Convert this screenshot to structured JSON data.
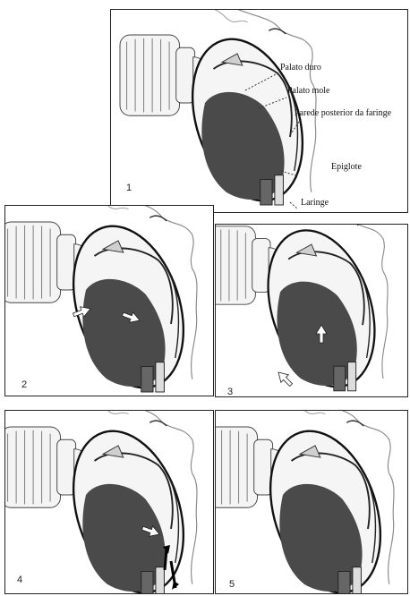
{
  "figure": {
    "panels": [
      {
        "number": "1"
      },
      {
        "number": "2"
      },
      {
        "number": "3"
      },
      {
        "number": "4"
      },
      {
        "number": "5"
      }
    ],
    "labels": {
      "hard_palate": "Palato duro",
      "soft_palate": "Palato mole",
      "posterior_pharynx": "Parede posterior da faringe",
      "epiglottis": "Epiglote",
      "larynx": "Laringe"
    },
    "colors": {
      "tongue": "#4a4a4a",
      "line": "#222222",
      "paper": "#ffffff"
    },
    "icons": [
      "bottle-icon",
      "face-profile-icon",
      "arrow-icon"
    ]
  }
}
